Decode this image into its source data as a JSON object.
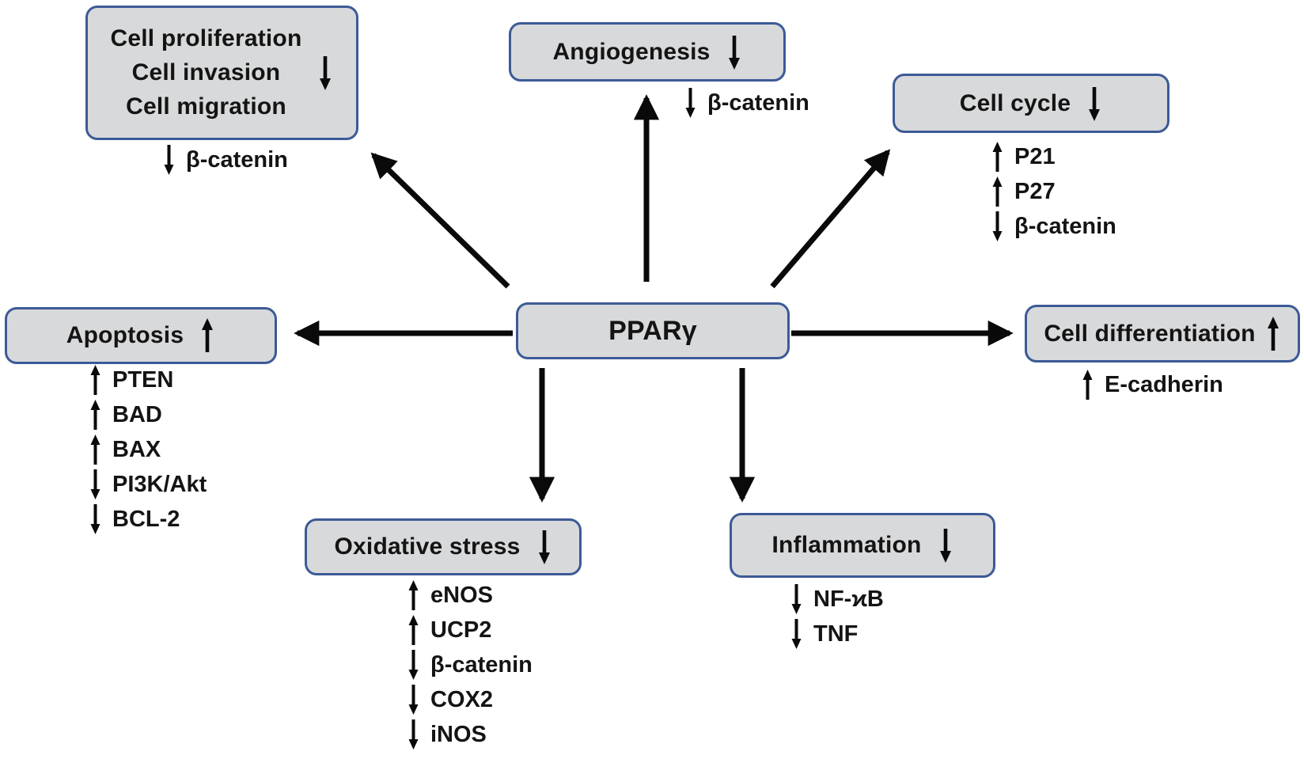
{
  "colors": {
    "background": "#ffffff",
    "box_fill": "#d8d9da",
    "box_border": "#3c5a96",
    "text": "#141414",
    "arrow": "#0a0a0a"
  },
  "center_box": {
    "label": "PPARγ"
  },
  "boxes": {
    "proliferation": {
      "lines": [
        "Cell proliferation",
        "Cell invasion",
        "Cell migration"
      ],
      "direction": "down",
      "factors": [
        {
          "label": "β-catenin",
          "direction": "down"
        }
      ]
    },
    "angiogenesis": {
      "label": "Angiogenesis",
      "direction": "down",
      "factors": [
        {
          "label": "β-catenin",
          "direction": "down"
        }
      ]
    },
    "cell_cycle": {
      "label": "Cell cycle",
      "direction": "down",
      "factors": [
        {
          "label": "P21",
          "direction": "up"
        },
        {
          "label": "P27",
          "direction": "up"
        },
        {
          "label": "β-catenin",
          "direction": "down"
        }
      ]
    },
    "apoptosis": {
      "label": "Apoptosis",
      "direction": "up",
      "factors": [
        {
          "label": "PTEN",
          "direction": "up"
        },
        {
          "label": "BAD",
          "direction": "up"
        },
        {
          "label": "BAX",
          "direction": "up"
        },
        {
          "label": "PI3K/Akt",
          "direction": "down"
        },
        {
          "label": "BCL-2",
          "direction": "down"
        }
      ]
    },
    "cell_differentiation": {
      "label": "Cell differentiation",
      "direction": "up",
      "factors": [
        {
          "label": "E-cadherin",
          "direction": "up"
        }
      ]
    },
    "oxidative_stress": {
      "label": "Oxidative stress",
      "direction": "down",
      "factors": [
        {
          "label": "eNOS",
          "direction": "up"
        },
        {
          "label": "UCP2",
          "direction": "up"
        },
        {
          "label": "β-catenin",
          "direction": "down"
        },
        {
          "label": "COX2",
          "direction": "down"
        },
        {
          "label": "iNOS",
          "direction": "down"
        }
      ]
    },
    "inflammation": {
      "label": "Inflammation",
      "direction": "down",
      "factors": [
        {
          "label": "NF-ϰB",
          "direction": "down"
        },
        {
          "label": "TNF",
          "direction": "down"
        }
      ]
    }
  }
}
